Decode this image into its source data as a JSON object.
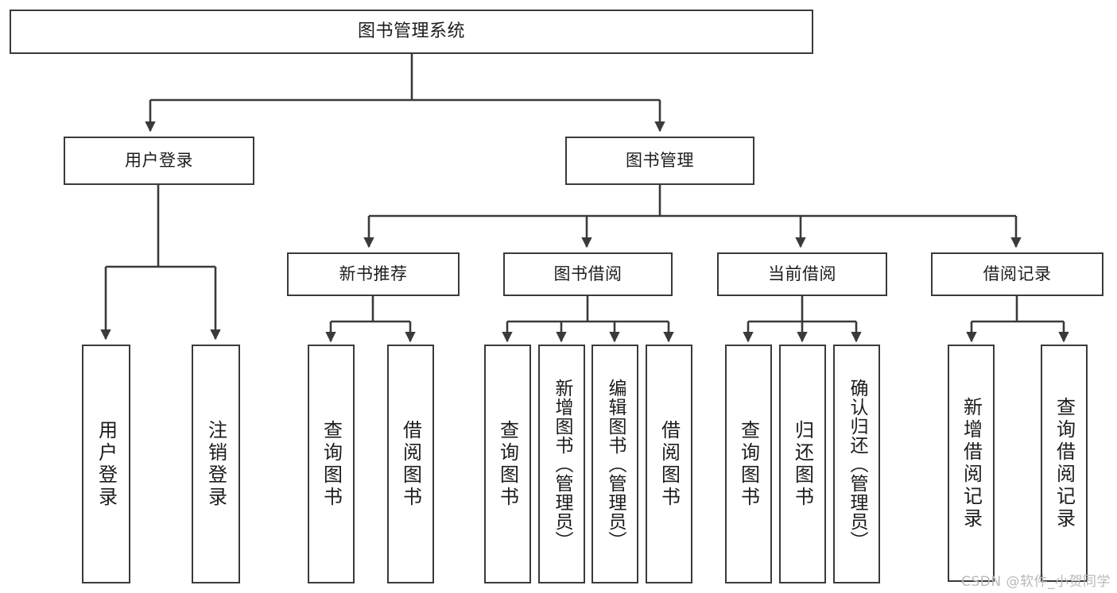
{
  "diagram": {
    "title": "图书管理系统",
    "type": "tree",
    "watermark": "CSDN @软件_小贺同学",
    "colors": {
      "stroke": "#3a3a3a",
      "fill": "#ffffff",
      "text": "#1c1c1c",
      "watermark": "#b9b9b9"
    },
    "levels": {
      "root": [
        "图书管理系统"
      ],
      "level1": [
        "用户登录",
        "图书管理"
      ],
      "level2": [
        "新书推荐",
        "图书借阅",
        "当前借阅",
        "借阅记录"
      ],
      "leaves": [
        "用户登录",
        "注销登录",
        "查询图书",
        "借阅图书",
        "查询图书",
        "新增图书（管理员）",
        "编辑图书（管理员）",
        "借阅图书",
        "查询图书",
        "归还图书",
        "确认归还（管理员）",
        "新增借阅记录",
        "查询借阅记录"
      ]
    },
    "nodes": {
      "root": {
        "label": "图书管理系统"
      },
      "user_login": {
        "label": "用户登录"
      },
      "book_mgmt": {
        "label": "图书管理"
      },
      "new_book_rec": {
        "label": "新书推荐"
      },
      "book_borrow": {
        "label": "图书借阅"
      },
      "current_borrow": {
        "label": "当前借阅"
      },
      "borrow_record": {
        "label": "借阅记录"
      },
      "leaf_user_login": {
        "label": "用户登录"
      },
      "leaf_user_logout": {
        "label": "注销登录"
      },
      "leaf_query_book_1": {
        "label": "查询图书"
      },
      "leaf_borrow_book_1": {
        "label": "借阅图书"
      },
      "leaf_query_book_2": {
        "label": "查询图书"
      },
      "leaf_add_book_admin": {
        "label": "新增图书（管理员）"
      },
      "leaf_edit_book_admin": {
        "label": "编辑图书（管理员）"
      },
      "leaf_borrow_book_2": {
        "label": "借阅图书"
      },
      "leaf_query_book_3": {
        "label": "查询图书"
      },
      "leaf_return_book": {
        "label": "归还图书"
      },
      "leaf_confirm_return_admin": {
        "label": "确认归还（管理员）"
      },
      "leaf_add_borrow_record": {
        "label": "新增借阅记录"
      },
      "leaf_query_borrow_record": {
        "label": "查询借阅记录"
      }
    },
    "edges": [
      {
        "from": "root",
        "to": "user_login"
      },
      {
        "from": "root",
        "to": "book_mgmt"
      },
      {
        "from": "user_login",
        "to": "leaf_user_login"
      },
      {
        "from": "user_login",
        "to": "leaf_user_logout"
      },
      {
        "from": "book_mgmt",
        "to": "new_book_rec"
      },
      {
        "from": "book_mgmt",
        "to": "book_borrow"
      },
      {
        "from": "book_mgmt",
        "to": "current_borrow"
      },
      {
        "from": "book_mgmt",
        "to": "borrow_record"
      },
      {
        "from": "new_book_rec",
        "to": "leaf_query_book_1"
      },
      {
        "from": "new_book_rec",
        "to": "leaf_borrow_book_1"
      },
      {
        "from": "book_borrow",
        "to": "leaf_query_book_2"
      },
      {
        "from": "book_borrow",
        "to": "leaf_add_book_admin"
      },
      {
        "from": "book_borrow",
        "to": "leaf_edit_book_admin"
      },
      {
        "from": "book_borrow",
        "to": "leaf_borrow_book_2"
      },
      {
        "from": "current_borrow",
        "to": "leaf_query_book_3"
      },
      {
        "from": "current_borrow",
        "to": "leaf_return_book"
      },
      {
        "from": "current_borrow",
        "to": "leaf_confirm_return_admin"
      },
      {
        "from": "borrow_record",
        "to": "leaf_add_borrow_record"
      },
      {
        "from": "borrow_record",
        "to": "leaf_query_borrow_record"
      }
    ]
  }
}
